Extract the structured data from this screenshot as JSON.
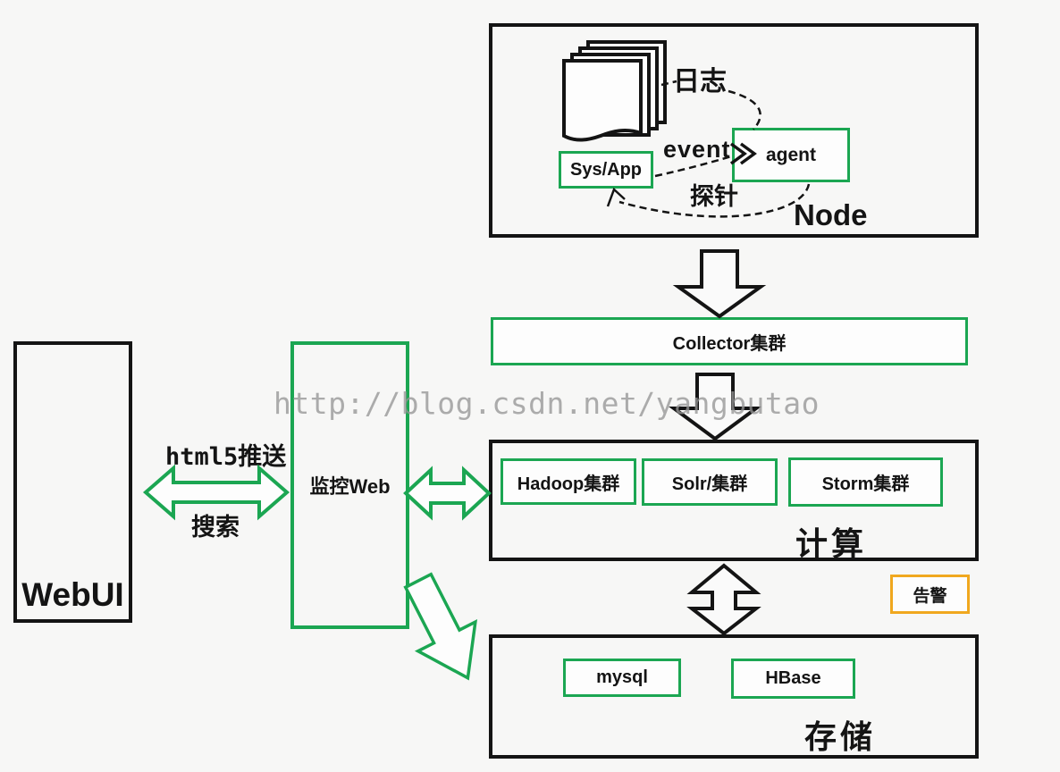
{
  "diagram": {
    "watermark": "http://blog.csdn.net/yangbutao",
    "colors": {
      "accent_green": "#1ba652",
      "accent_orange": "#f0a81f",
      "line_black": "#141414",
      "background": "#f7f7f6",
      "watermark_gray": "#969696"
    },
    "node": {
      "title": "Node",
      "logs_label": "日志",
      "sys_app_label": "Sys/App",
      "agent_label": "agent",
      "event_label": "event",
      "probe_label": "探针"
    },
    "collector": {
      "label": "Collector集群"
    },
    "compute": {
      "title": "计算",
      "items": [
        {
          "label": "Hadoop集群"
        },
        {
          "label": "Solr/集群"
        },
        {
          "label": "Storm集群"
        }
      ]
    },
    "storage": {
      "title": "存储",
      "items": [
        {
          "label": "mysql"
        },
        {
          "label": "HBase"
        }
      ]
    },
    "alert": {
      "label": "告警"
    },
    "webui": {
      "label": "WebUI"
    },
    "monitor": {
      "label": "监控Web"
    },
    "links": {
      "push_label": "html5推送",
      "search_label": "搜索"
    }
  }
}
